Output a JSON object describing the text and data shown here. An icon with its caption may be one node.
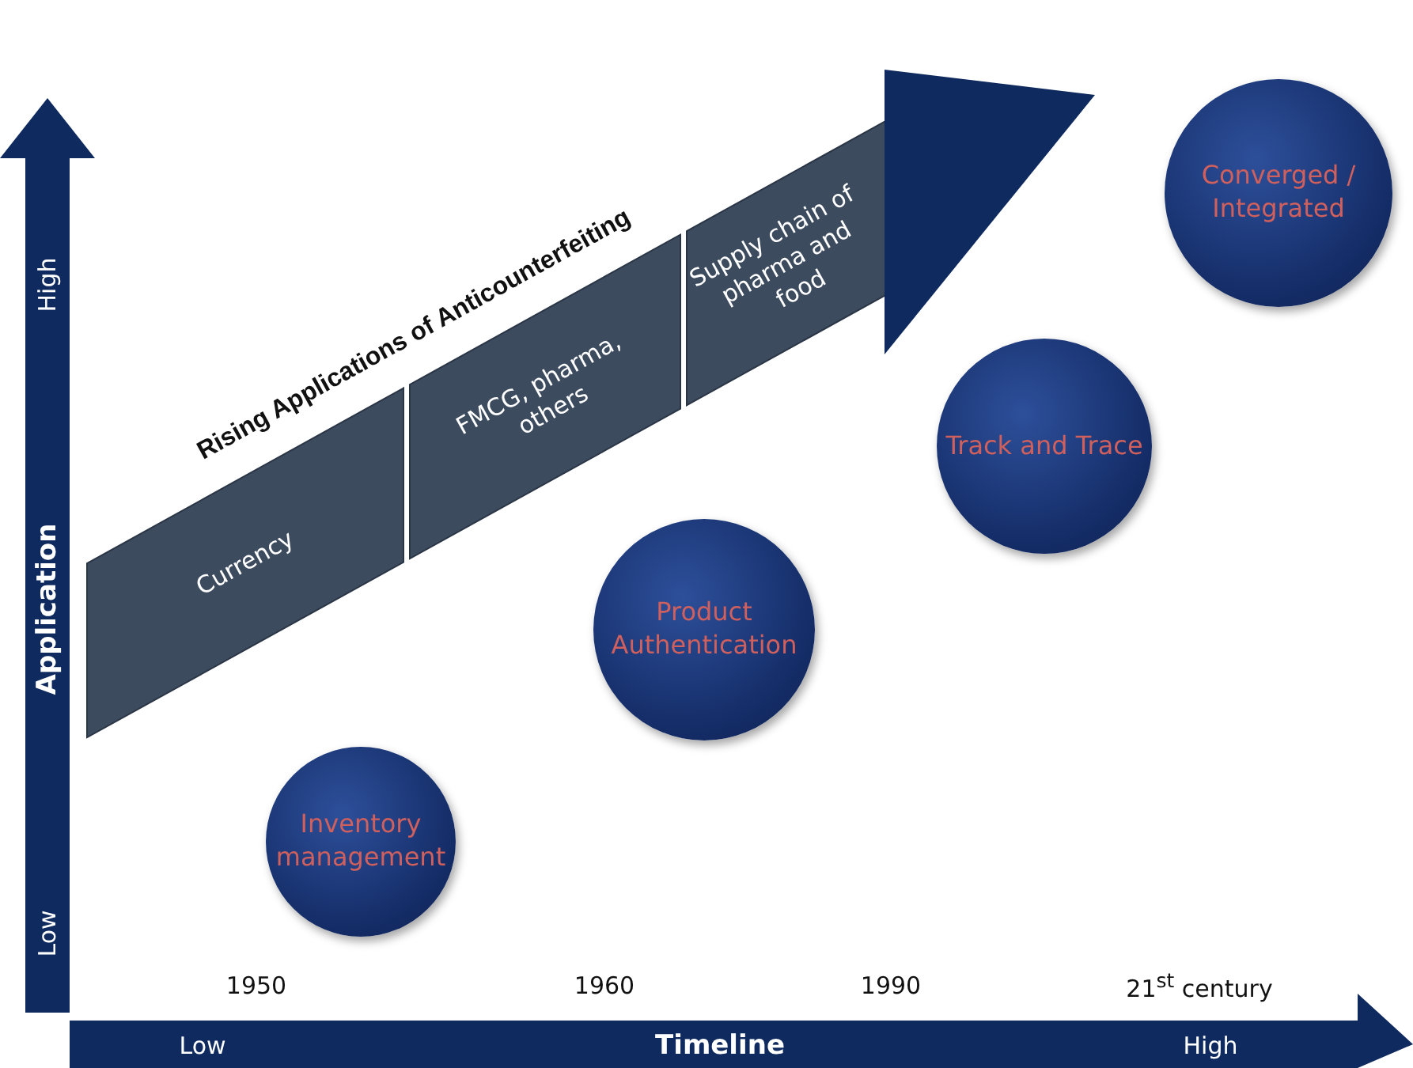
{
  "diagram": {
    "nodes": [
      {
        "text": [
          "Currency"
        ]
      },
      {
        "text": [
          "FMCG, pharma, others"
        ]
      },
      {
        "text": [
          "Supply chain of pharma and food"
        ]
      },
      {
        "text": [
          "Inventory management"
        ]
      },
      {
        "text": [
          "Product Authentication"
        ]
      },
      {
        "text": [
          "Track and Trace"
        ]
      },
      {
        "text": [
          "Converged / Integrated"
        ]
      }
    ],
    "edges": [],
    "labels": [
      "Rising Applications of Anticounterfeiting",
      "High",
      "Application",
      "Low",
      "1950",
      "1960",
      "1990",
      "21$^{st}$ century",
      "Low",
      "Timeline",
      "High"
    ]
  }
}
